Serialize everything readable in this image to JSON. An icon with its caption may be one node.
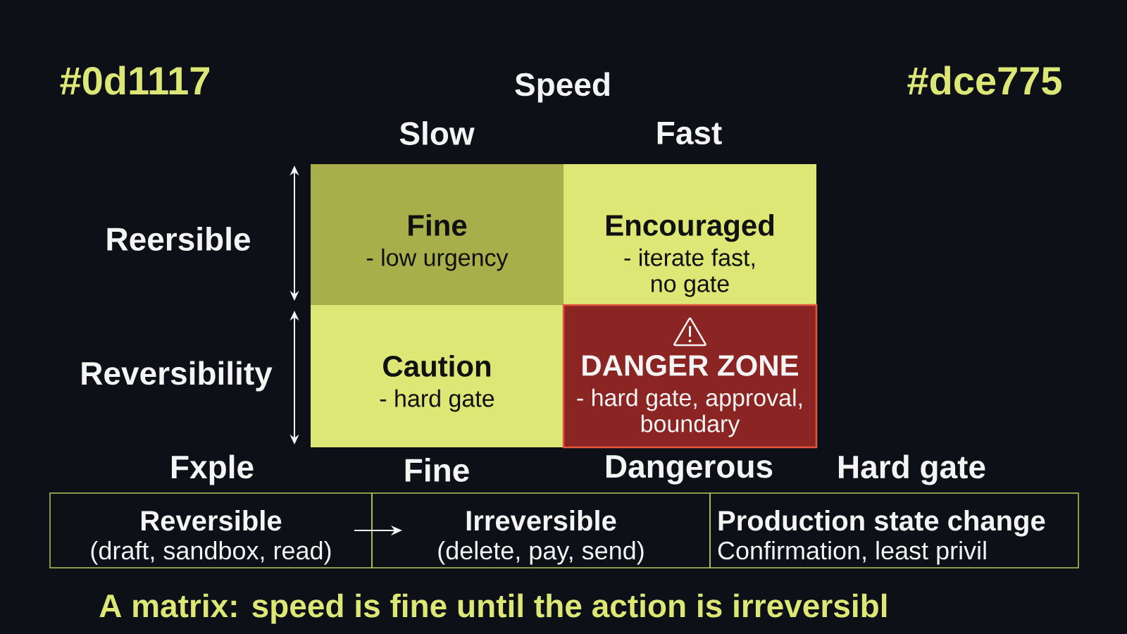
{
  "diagram": {
    "caption": "A matrix: speed is fine until the action is irreversibl",
    "nodes": [
      {
        "text": [
          "Fine",
          "- low urgency"
        ]
      },
      {
        "text": [
          "Encouraged",
          "- iterate fast, no gate"
        ]
      },
      {
        "text": [
          "Caution",
          "- hard gate"
        ]
      },
      {
        "text": [
          "DANGER ZONE",
          "- hard gate, approval, boundary"
        ]
      },
      {
        "text": [
          "Reversible",
          "(draft, sandbox, read)"
        ]
      },
      {
        "text": [
          "Irreversible",
          "(delete, pay, send)"
        ]
      },
      {
        "text": [
          "Production state change",
          "Confirmation, least privil"
        ]
      }
    ],
    "edges": [
      {
        "from": 4,
        "to": 5,
        "arrow": "to"
      }
    ],
    "labels": [
      "#0d1117",
      "Speed",
      "#dce775",
      "Slow",
      "Fast",
      "Reersible",
      "Reversibility",
      "Fxple",
      "Fine",
      "Dangerous",
      "Hard gate"
    ]
  }
}
